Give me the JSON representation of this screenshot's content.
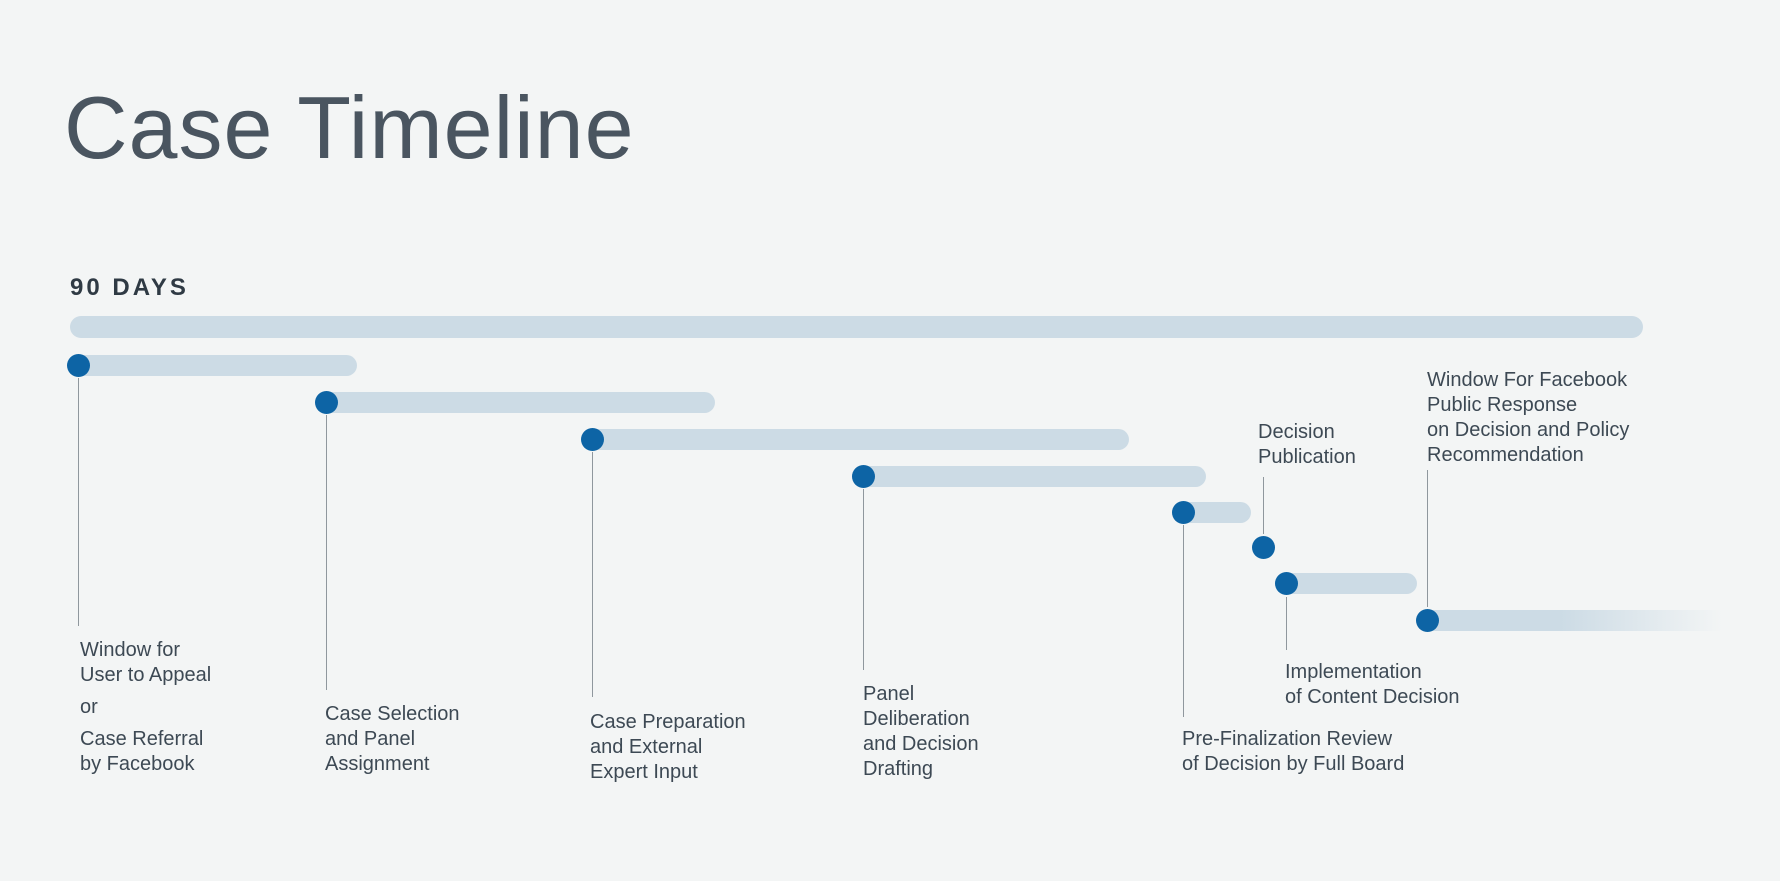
{
  "title": "Case Timeline",
  "timeline": {
    "duration_label": "90 DAYS",
    "total_days": 90
  },
  "colors": {
    "background": "#f3f5f5",
    "bar": "#ccdbe5",
    "dot": "#0d64a5",
    "title_text": "#4a5560",
    "label_text": "#3d4954",
    "connector_line": "#8f979d"
  },
  "chart_data": {
    "type": "timeline",
    "title": "Case Timeline",
    "duration_label": "90 DAYS",
    "total_days": 90,
    "phases": [
      {
        "name": "Window for User to Appeal or Case Referral by Facebook",
        "label_lines": [
          "Window for",
          "User to Appeal",
          "or",
          "Case Referral",
          "by Facebook"
        ],
        "start_day": 0.5,
        "end_day": 16.4,
        "fade": false,
        "label_position": "below"
      },
      {
        "name": "Case Selection and Panel Assignment",
        "label_lines": [
          "Case Selection",
          "and Panel",
          "Assignment"
        ],
        "start_day": 14.7,
        "end_day": 36.9,
        "fade": false,
        "label_position": "below"
      },
      {
        "name": "Case Preparation and External Expert Input",
        "label_lines": [
          "Case Preparation",
          "and External",
          "Expert Input"
        ],
        "start_day": 29.9,
        "end_day": 60.6,
        "fade": false,
        "label_position": "below"
      },
      {
        "name": "Panel Deliberation and Decision Drafting",
        "label_lines": [
          "Panel",
          "Deliberation",
          "and Decision",
          "Drafting"
        ],
        "start_day": 45.4,
        "end_day": 65.0,
        "fade": false,
        "label_position": "below"
      },
      {
        "name": "Pre-Finalization Review of Decision by Full Board",
        "label_lines": [
          "Pre-Finalization Review",
          "of Decision by Full Board"
        ],
        "start_day": 63.7,
        "end_day": 67.6,
        "fade": false,
        "label_position": "below"
      },
      {
        "name": "Decision Publication",
        "label_lines": [
          "Decision",
          "Publication"
        ],
        "start_day": 68.3,
        "end_day": null,
        "fade": false,
        "label_position": "above"
      },
      {
        "name": "Implementation of Content Decision",
        "label_lines": [
          "Implementation",
          "of Content Decision"
        ],
        "start_day": 69.6,
        "end_day": 77.1,
        "fade": false,
        "label_position": "below"
      },
      {
        "name": "Window For Facebook Public Response on Decision and Policy Recommendation",
        "label_lines": [
          "Window For Facebook",
          "Public Response",
          "on Decision and Policy",
          "Recommendation"
        ],
        "start_day": 77.7,
        "end_day": 95.3,
        "fade": true,
        "label_position": "above"
      }
    ]
  }
}
